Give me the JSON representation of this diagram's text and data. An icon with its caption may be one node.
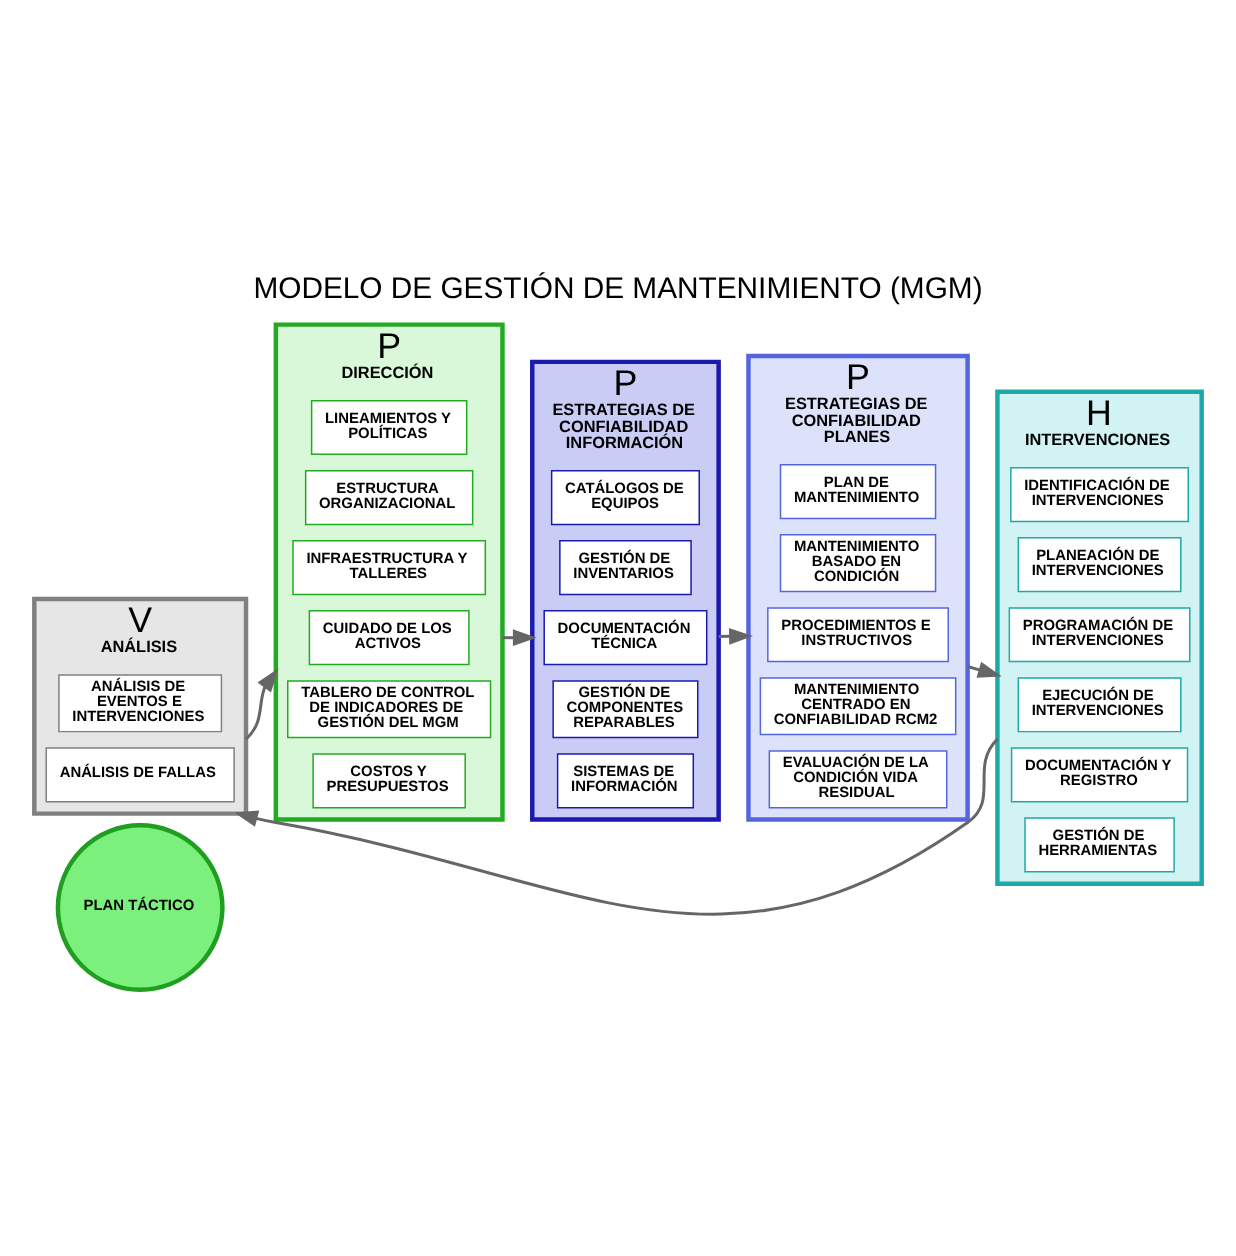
{
  "diagram": {
    "title": "MODELO DE GESTIÓN DE MANTENIMIENTO (MGM)",
    "nodes": [
      {
        "text": [
          "PLAN TÁCTICO"
        ]
      },
      {
        "text": [
          "V",
          "ANÁLISIS"
        ]
      },
      {
        "text": [
          "ANÁLISIS DE EVENTOS E INTERVENCIONES"
        ],
        "in": 1
      },
      {
        "text": [
          "ANÁLISIS DE FALLAS"
        ],
        "in": 1
      },
      {
        "text": [
          "P",
          "DIRECCIÓN"
        ]
      },
      {
        "text": [
          "LINEAMIENTOS Y POLÍTICAS"
        ],
        "in": 4
      },
      {
        "text": [
          "ESTRUCTURA ORGANIZACIONAL"
        ],
        "in": 4
      },
      {
        "text": [
          "INFRAESTRUCTURA Y TALLERES"
        ],
        "in": 4
      },
      {
        "text": [
          "CUIDADO DE LOS ACTIVOS"
        ],
        "in": 4
      },
      {
        "text": [
          "TABLERO DE CONTROL DE INDICADORES DE GESTIÓN DEL MGM"
        ],
        "in": 4
      },
      {
        "text": [
          "COSTOS Y PRESUPUESTOS"
        ],
        "in": 4
      },
      {
        "text": [
          "P",
          "ESTRATEGIAS DE CONFIABILIDAD INFORMACIÓN"
        ]
      },
      {
        "text": [
          "CATÁLOGOS DE EQUIPOS"
        ],
        "in": 11
      },
      {
        "text": [
          "GESTIÓN DE INVENTARIOS"
        ],
        "in": 11
      },
      {
        "text": [
          "DOCUMENTACIÓN TÉCNICA"
        ],
        "in": 11
      },
      {
        "text": [
          "GESTIÓN DE COMPONENTES REPARABLES"
        ],
        "in": 11
      },
      {
        "text": [
          "SISTEMAS DE INFORMACIÓN"
        ],
        "in": 11
      },
      {
        "text": [
          "P",
          "ESTRATEGIAS DE CONFIABILIDAD PLANES"
        ]
      },
      {
        "text": [
          "PLAN DE MANTENIMIENTO"
        ],
        "in": 17
      },
      {
        "text": [
          "MANTENIMIENTO BASADO EN CONDICIÓN"
        ],
        "in": 17
      },
      {
        "text": [
          "PROCEDIMIENTOS E INSTRUCTIVOS"
        ],
        "in": 17
      },
      {
        "text": [
          "MANTENIMIENTO CENTRADO EN CONFIABILIDAD RCM2"
        ],
        "in": 17
      },
      {
        "text": [
          "EVALUACIÓN DE LA CONDICIÓN VIDA RESIDUAL"
        ],
        "in": 17
      },
      {
        "text": [
          "H",
          "INTERVENCIONES"
        ]
      },
      {
        "text": [
          "IDENTIFICACIÓN DE INTERVENCIONES"
        ],
        "in": 23
      },
      {
        "text": [
          "PLANEACIÓN DE INTERVENCIONES"
        ],
        "in": 23
      },
      {
        "text": [
          "PROGRAMACIÓN DE INTERVENCIONES"
        ],
        "in": 23
      },
      {
        "text": [
          "EJECUCIÓN DE INTERVENCIONES"
        ],
        "in": 23
      },
      {
        "text": [
          "DOCUMENTACIÓN Y REGISTRO"
        ],
        "in": 23
      },
      {
        "text": [
          "GESTIÓN DE HERRAMIENTAS"
        ],
        "in": 23
      }
    ],
    "edges": [
      {
        "from": 1,
        "to": 4,
        "arrow": "to"
      },
      {
        "from": 4,
        "to": 11,
        "arrow": "to"
      },
      {
        "from": 11,
        "to": 17,
        "arrow": "to"
      },
      {
        "from": 17,
        "to": 23,
        "arrow": "to"
      },
      {
        "from": 23,
        "to": 1,
        "arrow": "to"
      }
    ]
  }
}
